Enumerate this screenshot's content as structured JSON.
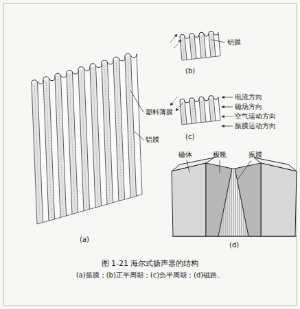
{
  "diagram": {
    "title": "图 1-21 海尔式扬声器的结构",
    "caption": "(a)振膜；(b)正半周期；(c)负半周期；(d)磁路。",
    "labels": [
      "铝膜",
      "(b)",
      "电流方向",
      "磁场方向",
      "空气运动方向",
      "振膜运动方向",
      "(c)",
      "塑料薄膜",
      "铝膜",
      "(a)",
      "磁体",
      "极靴",
      "振膜",
      "(d)"
    ]
  }
}
